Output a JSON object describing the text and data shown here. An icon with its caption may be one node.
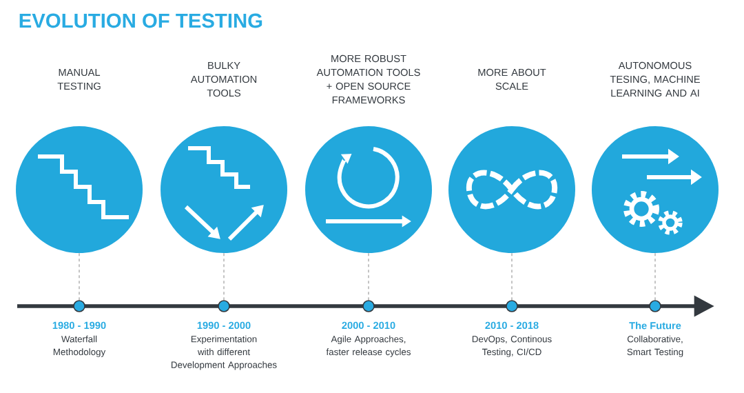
{
  "diagram": {
    "title": "EVOLUTION OF TESTING",
    "nodes": [
      {
        "text": [
          "MANUAL TESTING"
        ]
      },
      {
        "text": [
          "BULKY AUTOMATION TOOLS"
        ]
      },
      {
        "text": [
          "MORE ROBUST AUTOMATION TOOLS + OPEN SOURCE FRAMEWORKS"
        ]
      },
      {
        "text": [
          "MORE ABOUT SCALE"
        ]
      },
      {
        "text": [
          "AUTONOMOUS TESING, MACHINE LEARNING AND AI"
        ]
      },
      {
        "text": [],
        "shape": "circle",
        "beside": [
          "1980 - 1990",
          "Waterfall Methodology"
        ]
      },
      {
        "text": [],
        "shape": "circle",
        "beside": [
          "1990 - 2000",
          "Experimentation with different Development Approaches"
        ]
      },
      {
        "text": [],
        "shape": "circle",
        "beside": [
          "2000 - 2010",
          "Agile Approaches, faster release cycles"
        ]
      },
      {
        "text": [],
        "shape": "circle",
        "beside": [
          "2010 - 2018",
          "DevOps, Continous Testing, CI/CD"
        ]
      },
      {
        "text": [],
        "shape": "circle",
        "beside": [
          "The Future",
          "Collaborative, Smart Testing"
        ]
      }
    ],
    "edges": [
      {
        "from": 0,
        "to": 5,
        "arrow": "none",
        "style": "dashed"
      },
      {
        "from": 1,
        "to": 6,
        "arrow": "none",
        "style": "dashed"
      },
      {
        "from": 2,
        "to": 7,
        "arrow": "none",
        "style": "dashed"
      },
      {
        "from": 3,
        "to": 8,
        "arrow": "none",
        "style": "dashed"
      },
      {
        "from": 4,
        "to": 9,
        "arrow": "none",
        "style": "dashed"
      }
    ]
  }
}
